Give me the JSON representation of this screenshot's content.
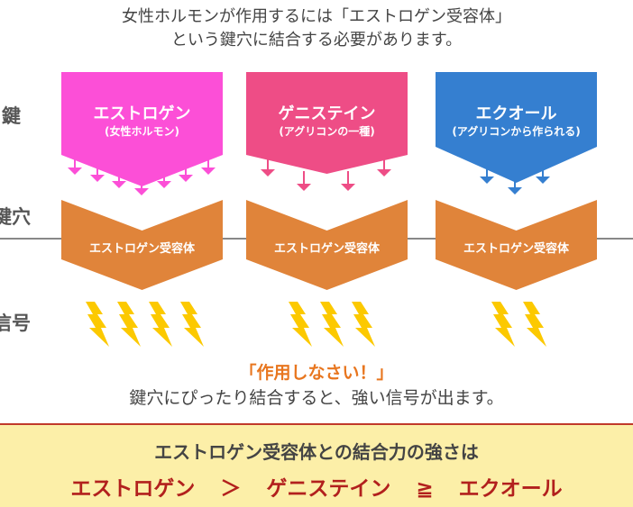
{
  "title": {
    "line1": "女性ホルモンが作用するには「エストロゲン受容体」",
    "line2": "という鍵穴に結合する必要があります。"
  },
  "row_labels": {
    "key": "鍵",
    "keyhole": "鍵穴",
    "signal": "信号"
  },
  "columns": [
    {
      "name": "エストロゲン",
      "sub": "(女性ホルモン)",
      "color": "#fc4fd7",
      "receptor": "エストロゲン受容体",
      "arrow_count": 7,
      "signal_count": 4
    },
    {
      "name": "ゲニステイン",
      "sub": "(アグリコンの一種)",
      "color": "#ee4d86",
      "receptor": "エストロゲン受容体",
      "arrow_count": 4,
      "signal_count": 3
    },
    {
      "name": "エクオール",
      "sub": "(アグリコンから作られる)",
      "color": "#357fd0",
      "receptor": "エストロゲン受容体",
      "arrow_count": 3,
      "signal_count": 2
    }
  ],
  "colors": {
    "receptor": "#e0843a",
    "bolt": "#fcc900",
    "line": "#888888"
  },
  "callout": {
    "quote": "「作用しなさい！」",
    "text": "鍵穴にぴったり結合すると、強い信号が出ます。"
  },
  "bottom": {
    "line1": "エストロゲン受容体との結合力の強さは",
    "items": [
      "エストロゲン",
      "＞",
      "ゲニステイン",
      "≧",
      "エクオール"
    ]
  }
}
